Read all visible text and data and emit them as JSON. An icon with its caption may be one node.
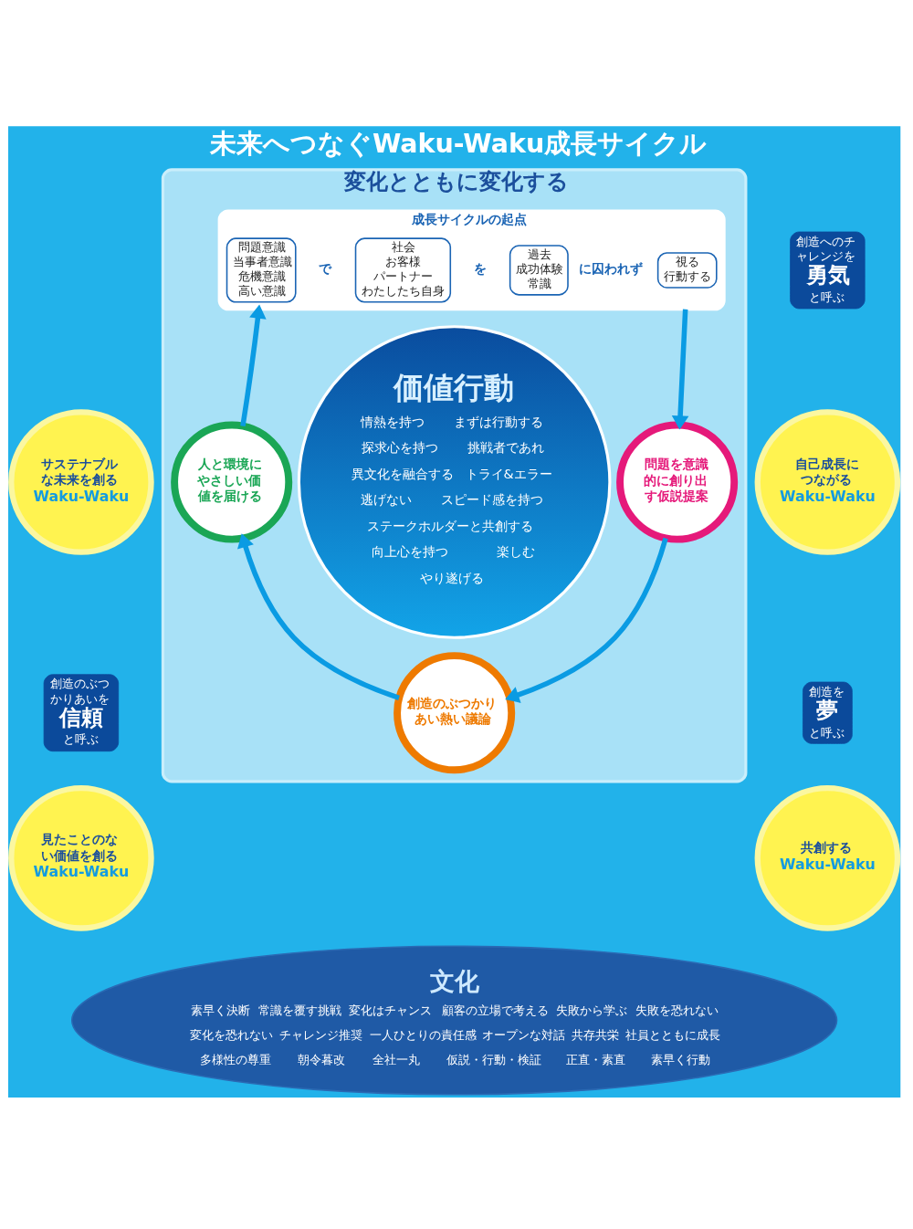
{
  "diagram": {
    "title": "未来へつなぐWaku-Waku成長サイクル",
    "nodes": [
      {
        "text": [
          "変化とともに変化する"
        ]
      },
      {
        "text": [
          "成長サイクルの起点"
        ],
        "in": 0
      },
      {
        "text": [
          "問題意識",
          "当事者意識",
          "危機意識",
          "高い意識"
        ],
        "in": 1
      },
      {
        "text": [
          "社会",
          "お客様",
          "パートナー",
          "わたしたち自身"
        ],
        "in": 1
      },
      {
        "text": [
          "過去",
          "成功体験",
          "常識"
        ],
        "in": 1
      },
      {
        "text": [
          "視る",
          "行動する"
        ],
        "in": 1
      },
      {
        "text": [
          "サステナブルな未来を創る",
          "Waku-Waku"
        ]
      },
      {
        "text": [
          "創造のぶつかりあいを",
          "信頼",
          "と呼ぶ"
        ]
      },
      {
        "text": [
          "見たことのない価値を創る",
          "Waku-Waku"
        ]
      },
      {
        "text": [
          "創造へのチャレンジを",
          "勇気",
          "と呼ぶ"
        ]
      },
      {
        "text": [
          "自己成長につながる",
          "Waku-Waku"
        ]
      },
      {
        "text": [
          "創造を",
          "夢",
          "と呼ぶ"
        ]
      },
      {
        "text": [
          "共創する",
          "Waku-Waku"
        ]
      },
      {
        "text": [
          "価値行動",
          "情熱を持つ",
          "まずは行動する",
          "探求心を持つ",
          "挑戦者であれ",
          "異文化を融合する",
          "トライ&エラー",
          "逃げない",
          "スピード感を持つ",
          "ステークホルダーと共創する",
          "向上心を持つ",
          "楽しむ",
          "やり遂げる"
        ],
        "in": 0
      },
      {
        "text": [
          "人と環境にやさしい価値を届ける"
        ],
        "in": 0
      },
      {
        "text": [
          "問題を意識的に創り出す仮説提案"
        ],
        "in": 0
      },
      {
        "text": [
          "創造のぶつかりあい熱い議論"
        ],
        "in": 0
      },
      {
        "text": [
          "文化",
          "素早く決断",
          "常識を覆す挑戦",
          "変化はチャンス",
          "顧客の立場で考える",
          "失敗から学ぶ",
          "失敗を恐れない",
          "変化を恐れない",
          "チャレンジ推奨",
          "一人ひとりの責任感",
          "オープンな対話",
          "共存共栄",
          "社員とともに成長",
          "多様性の尊重",
          "朝令暮改",
          "全社一丸",
          "仮説・行動・検証",
          "正直・素直",
          "素早く行動"
        ]
      }
    ],
    "edges": [
      {
        "from": 1,
        "to": 15,
        "arrow": "to"
      },
      {
        "from": 15,
        "to": 16,
        "arrow": "to"
      },
      {
        "from": 16,
        "to": 14,
        "arrow": "to"
      },
      {
        "from": 14,
        "to": 1,
        "arrow": "to"
      }
    ],
    "labels": [
      "で",
      "を",
      "に囚われず"
    ]
  }
}
